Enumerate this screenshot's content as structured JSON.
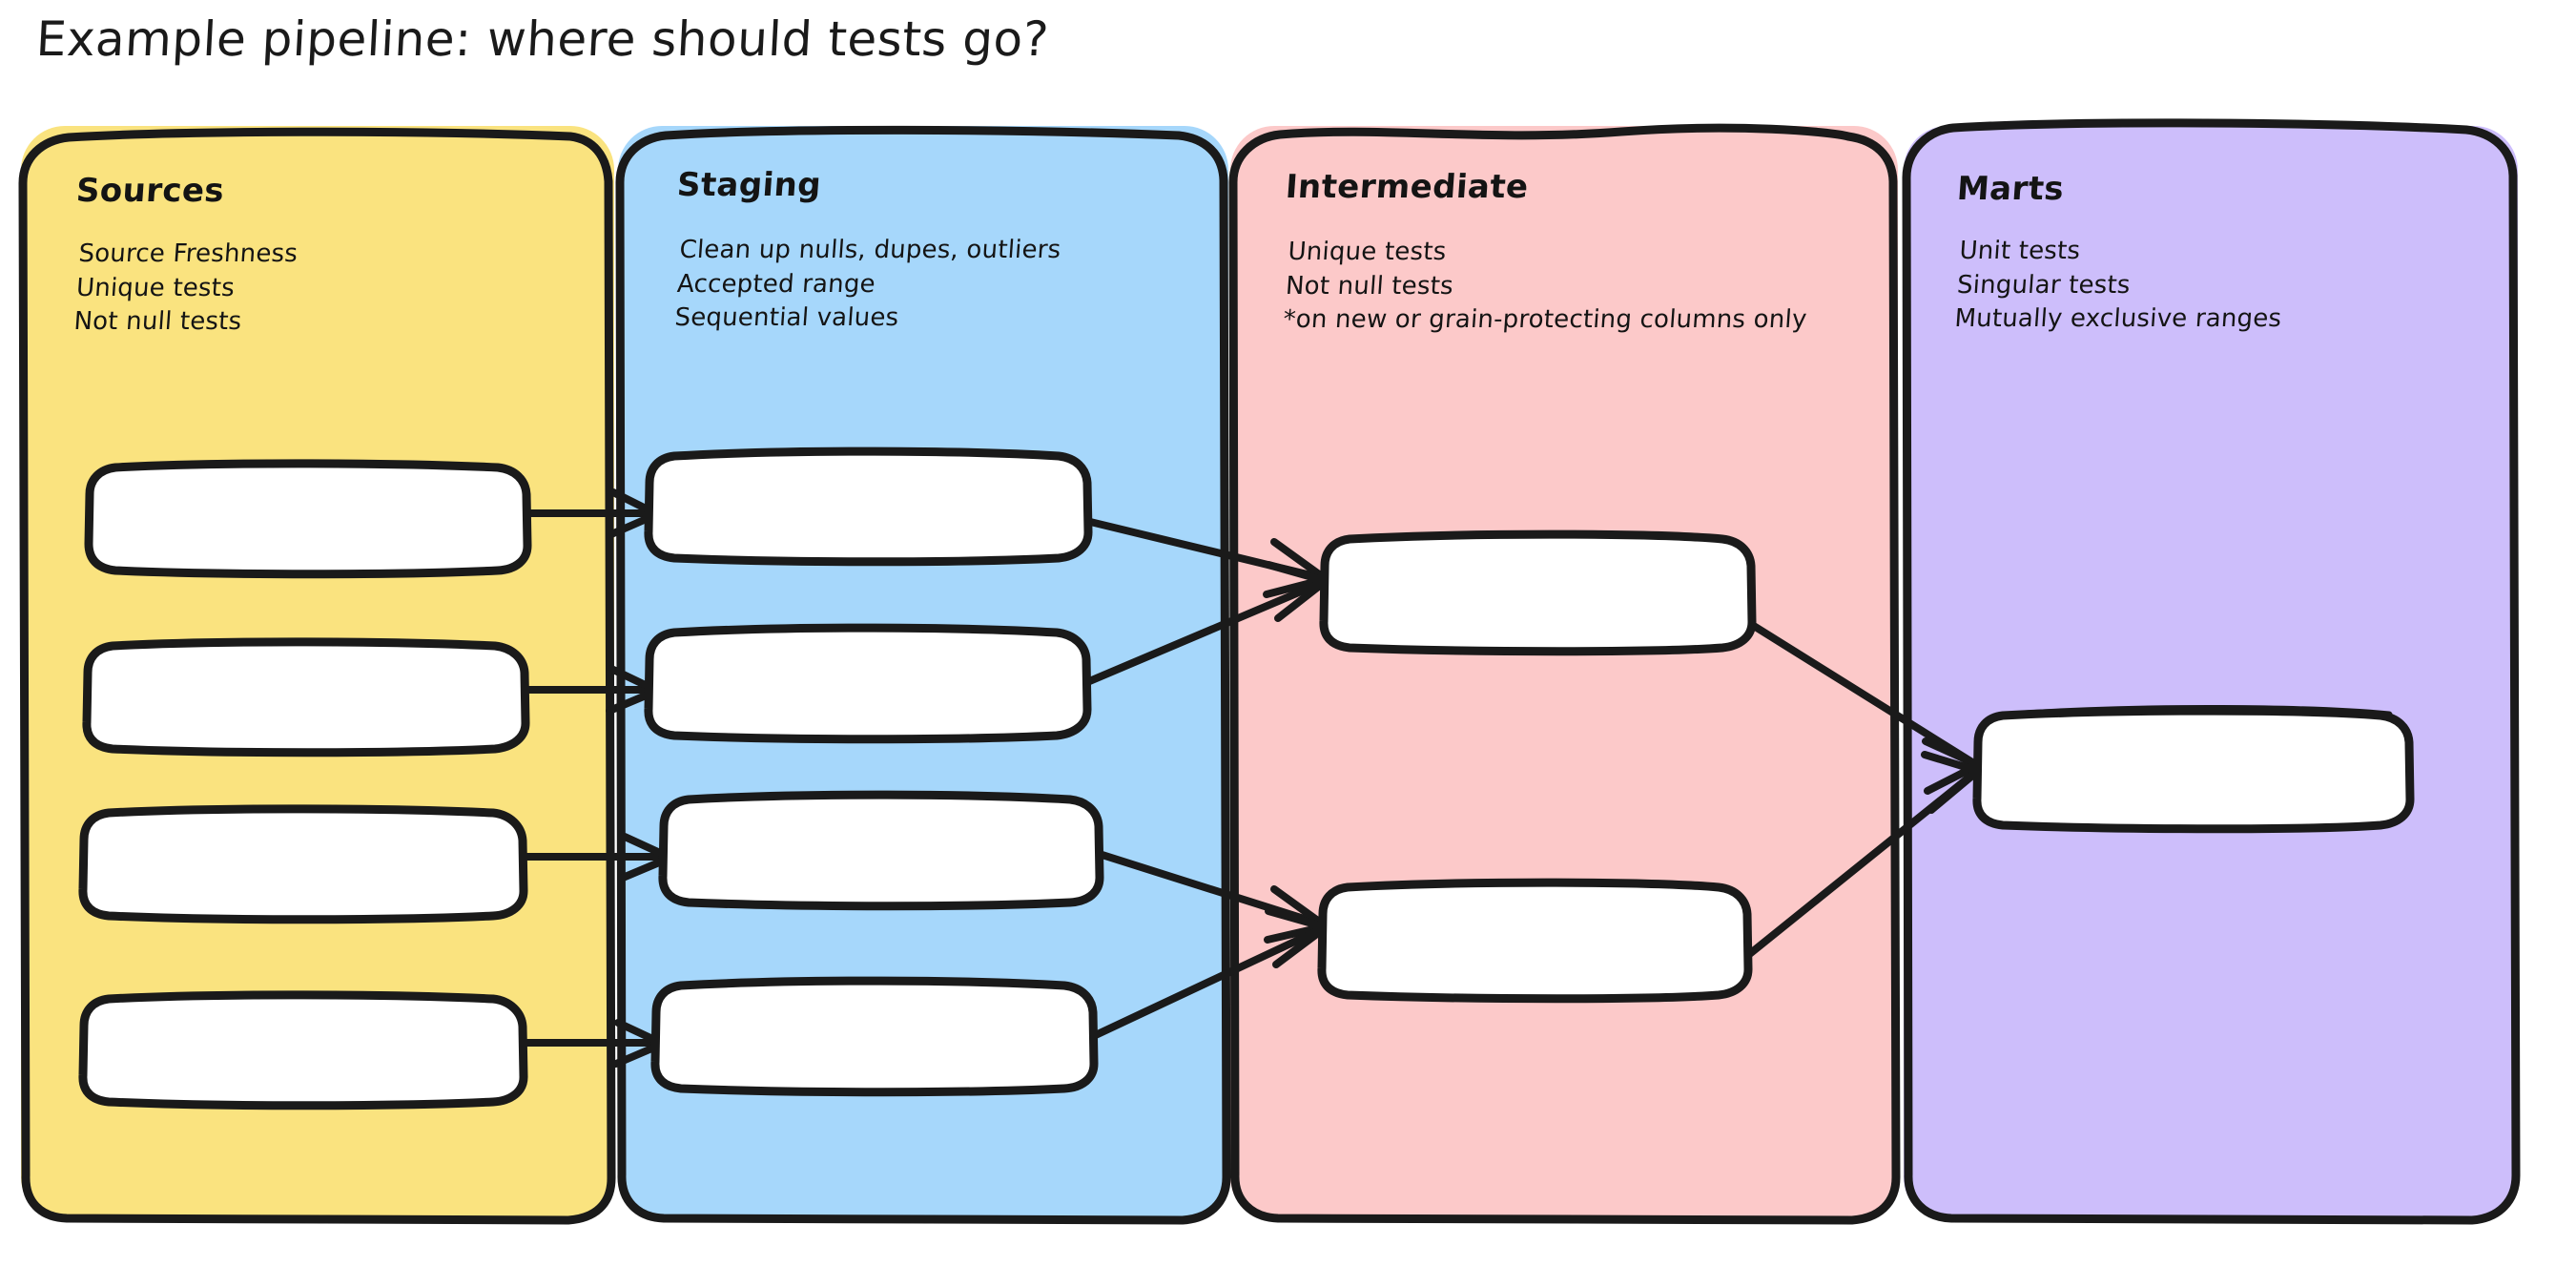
{
  "title": "Example pipeline: where should tests go?",
  "colors": {
    "sources": "#fae37f",
    "staging": "#a6d7fb",
    "intermediate": "#fcc9c9",
    "marts": "#cdbefb",
    "stroke": "#1a1a1a",
    "node_fill": "#ffffff",
    "background": "#ffffff",
    "text": "#141414"
  },
  "lanes": [
    {
      "id": "sources",
      "title": "Sources",
      "items": [
        "Source Freshness",
        "Unique tests",
        "Not null tests"
      ],
      "items_text": "Source Freshness\nUnique tests\nNot null tests",
      "node_count": 4
    },
    {
      "id": "staging",
      "title": "Staging",
      "items": [
        "Clean up nulls, dupes, outliers",
        "Accepted range",
        "Sequential values"
      ],
      "items_text": "Clean up nulls, dupes, outliers\nAccepted range\nSequential values",
      "node_count": 4
    },
    {
      "id": "intermediate",
      "title": "Intermediate",
      "items": [
        "Unique tests",
        "Not null tests",
        "*on new or grain-protecting columns only"
      ],
      "items_text": "Unique tests\nNot null tests\n*on new or grain-protecting columns only",
      "node_count": 2
    },
    {
      "id": "marts",
      "title": "Marts",
      "items": [
        "Unit tests",
        "Singular tests",
        "Mutually exclusive ranges"
      ],
      "items_text": "Unit tests\nSingular tests\nMutually exclusive ranges",
      "node_count": 1
    }
  ],
  "chart_data": {
    "type": "diagram",
    "title": "Example pipeline: where should tests go?",
    "diagram_kind": "pipeline-dag-swimlanes",
    "lane_order": [
      "Sources",
      "Staging",
      "Intermediate",
      "Marts"
    ],
    "nodes": [
      {
        "id": "src1",
        "lane": "Sources",
        "label": ""
      },
      {
        "id": "src2",
        "lane": "Sources",
        "label": ""
      },
      {
        "id": "src3",
        "lane": "Sources",
        "label": ""
      },
      {
        "id": "src4",
        "lane": "Sources",
        "label": ""
      },
      {
        "id": "stg1",
        "lane": "Staging",
        "label": ""
      },
      {
        "id": "stg2",
        "lane": "Staging",
        "label": ""
      },
      {
        "id": "stg3",
        "lane": "Staging",
        "label": ""
      },
      {
        "id": "stg4",
        "lane": "Staging",
        "label": ""
      },
      {
        "id": "int1",
        "lane": "Intermediate",
        "label": ""
      },
      {
        "id": "int2",
        "lane": "Intermediate",
        "label": ""
      },
      {
        "id": "mart1",
        "lane": "Marts",
        "label": ""
      }
    ],
    "edges": [
      {
        "from": "src1",
        "to": "stg1"
      },
      {
        "from": "src2",
        "to": "stg2"
      },
      {
        "from": "src3",
        "to": "stg3"
      },
      {
        "from": "src4",
        "to": "stg4"
      },
      {
        "from": "stg1",
        "to": "int1"
      },
      {
        "from": "stg2",
        "to": "int1"
      },
      {
        "from": "stg3",
        "to": "int2"
      },
      {
        "from": "stg4",
        "to": "int2"
      },
      {
        "from": "int1",
        "to": "mart1"
      },
      {
        "from": "int2",
        "to": "mart1"
      }
    ]
  }
}
